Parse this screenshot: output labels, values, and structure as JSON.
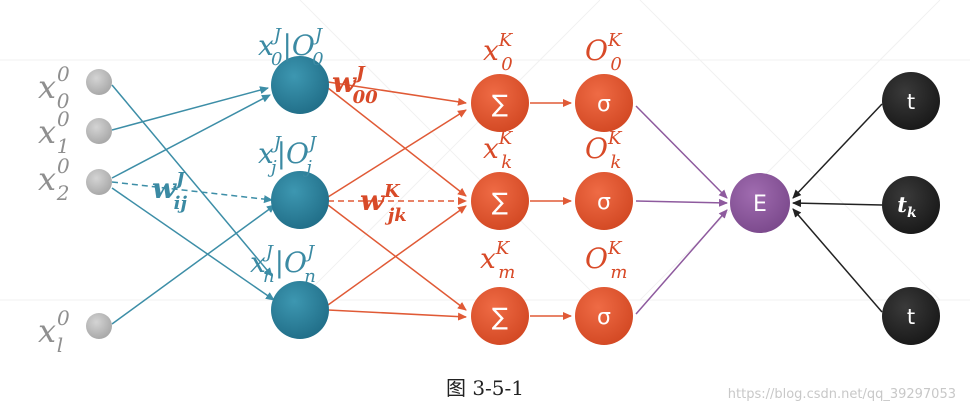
{
  "input_nodes": [
    {
      "base": "x",
      "sub": "0",
      "sup": "0"
    },
    {
      "base": "x",
      "sub": "1",
      "sup": "0"
    },
    {
      "base": "x",
      "sub": "2",
      "sup": "0"
    },
    {
      "base": "x",
      "sub": "l",
      "sup": "0"
    }
  ],
  "hidden_nodes": [
    {
      "x_sub": "0",
      "x_sup": "J",
      "o_sub": "0",
      "o_sup": "J"
    },
    {
      "x_sub": "j",
      "x_sup": "J",
      "o_sub": "j",
      "o_sup": "J"
    },
    {
      "x_sub": "n",
      "x_sup": "J",
      "o_sub": "n",
      "o_sup": "J"
    }
  ],
  "sum_nodes": [
    {
      "symbol": "∑",
      "label_base": "x",
      "label_sub": "0",
      "label_sup": "K"
    },
    {
      "symbol": "∑",
      "label_base": "x",
      "label_sub": "k",
      "label_sup": "K"
    },
    {
      "symbol": "∑",
      "label_base": "x",
      "label_sub": "m",
      "label_sup": "K"
    }
  ],
  "sigma_nodes": [
    {
      "symbol": "σ",
      "label_base": "O",
      "label_sub": "0",
      "label_sup": "K"
    },
    {
      "symbol": "σ",
      "label_base": "O",
      "label_sub": "k",
      "label_sup": "K"
    },
    {
      "symbol": "σ",
      "label_base": "O",
      "label_sub": "m",
      "label_sup": "K"
    }
  ],
  "error_node": {
    "symbol": "E"
  },
  "target_nodes": [
    {
      "label": "t",
      "sub": ""
    },
    {
      "label": "t",
      "sub": "k"
    },
    {
      "label": "t",
      "sub": ""
    }
  ],
  "weights": {
    "w_ij": {
      "base": "w",
      "sub": "ij",
      "sup": "J"
    },
    "w_jk": {
      "base": "w",
      "sub": "jk",
      "sup": "K"
    },
    "w_00": {
      "base": "w",
      "sub": "00",
      "sup": "J"
    }
  },
  "caption": "图 3-5-1",
  "watermark": "https://blog.csdn.net/qq_39297053",
  "colors": {
    "input": "#b9b9b9",
    "hidden": "#2f8099",
    "hidden_text": "#3b8aa3",
    "output": "#e05a36",
    "output_text": "#d84a28",
    "error": "#8e5a9e",
    "target": "#2b2b2b",
    "input_text": "#8f8f8f"
  }
}
